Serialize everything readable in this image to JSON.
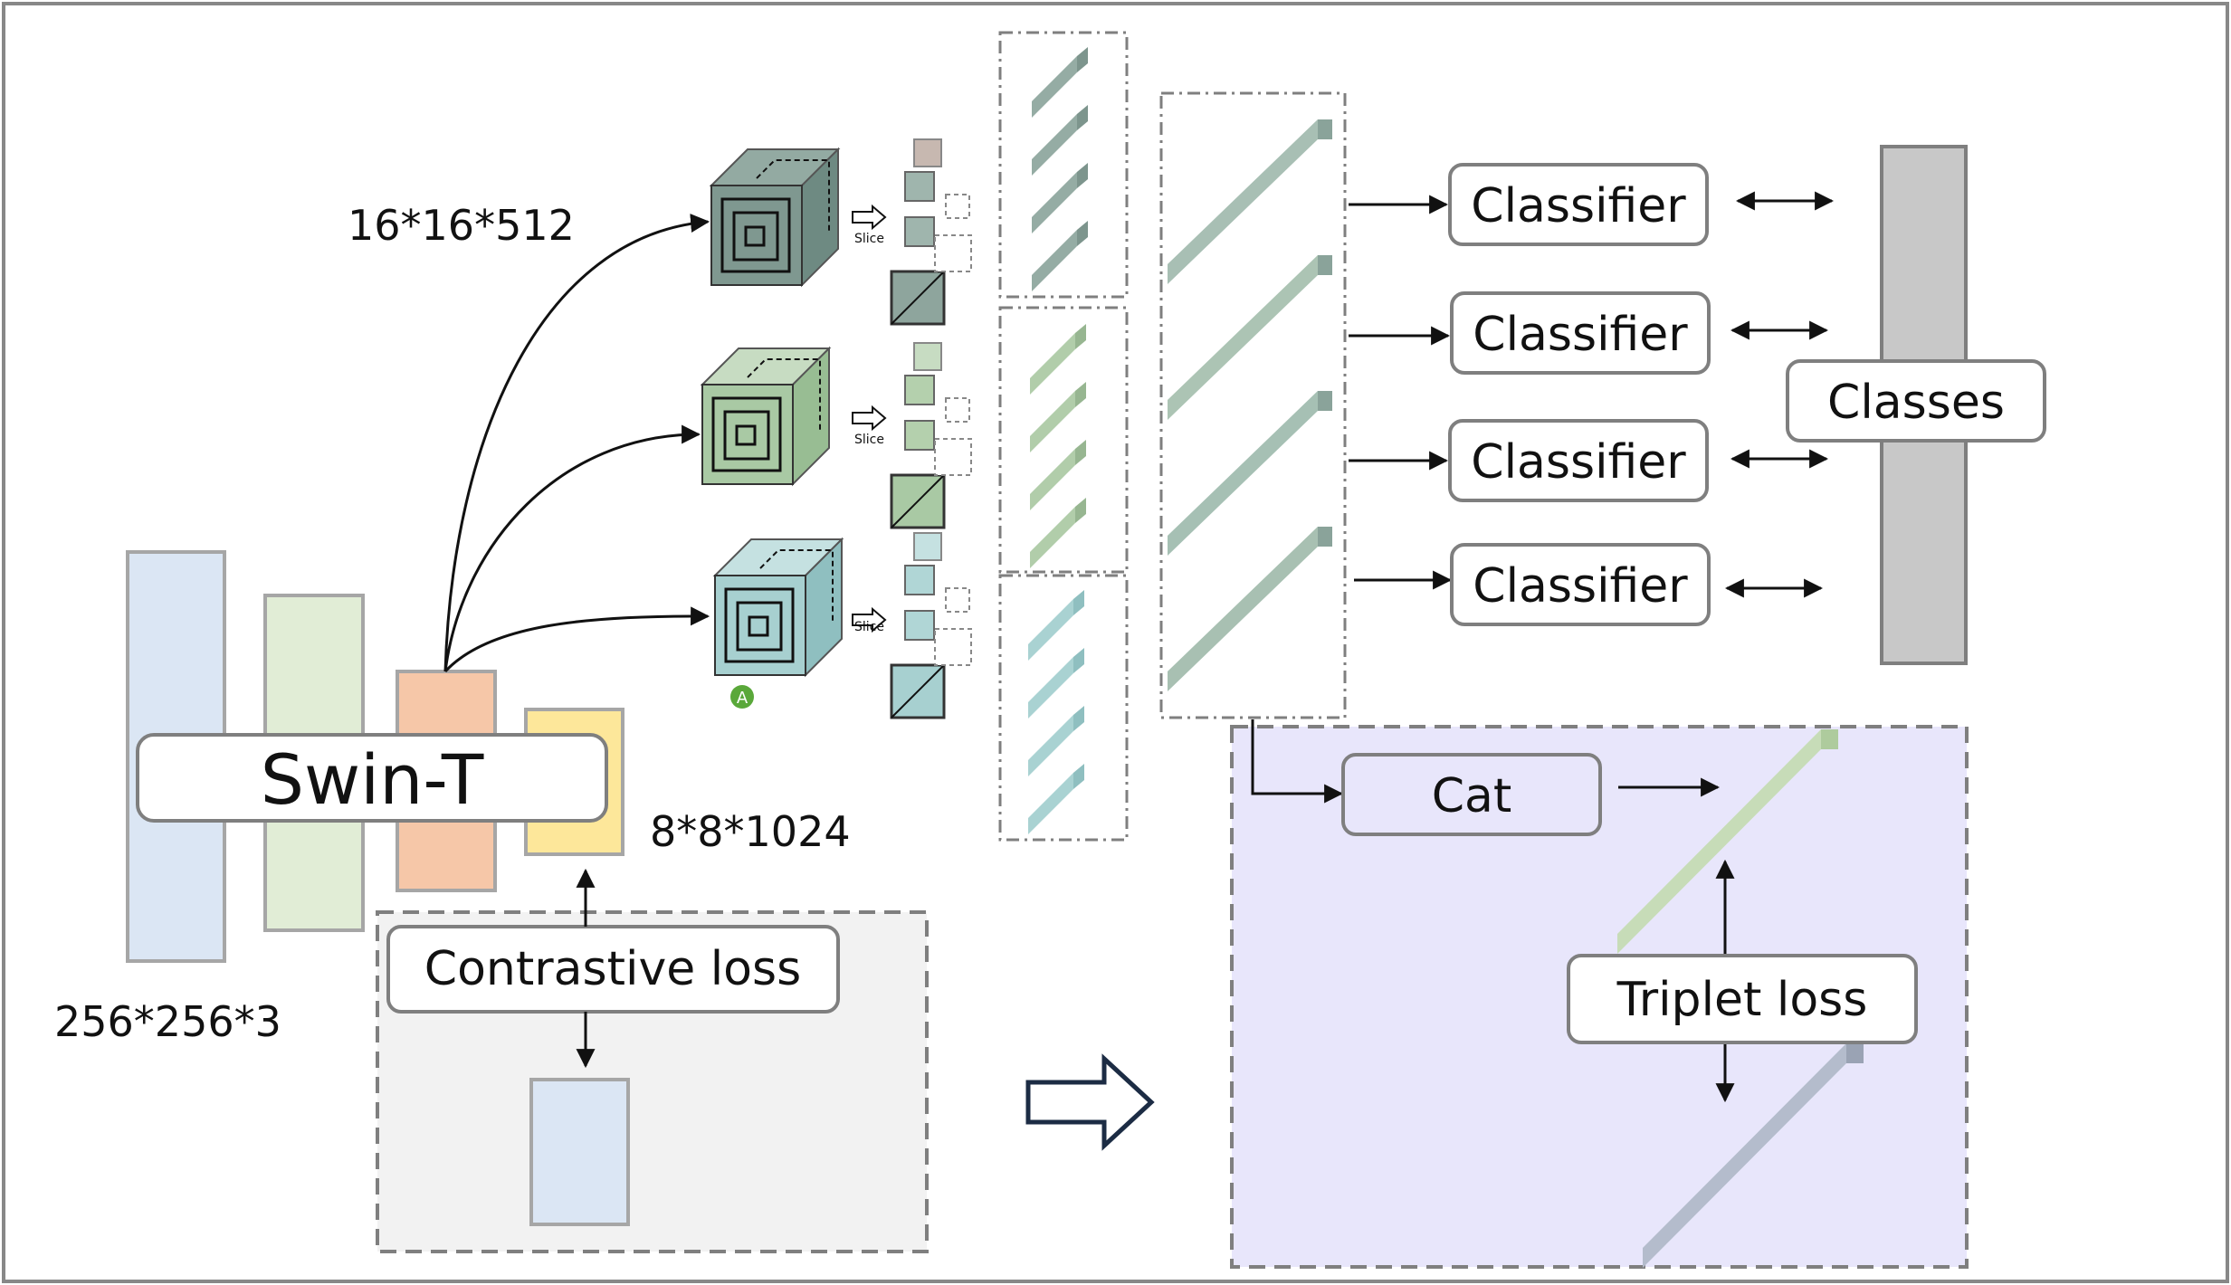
{
  "dims": {
    "input": "256*256*3",
    "stage3": "16*16*512",
    "stage4": "8*8*1024"
  },
  "backbone": {
    "label": "Swin-T"
  },
  "losses": {
    "contrastive": "Contrastive loss",
    "triplet": "Triplet loss"
  },
  "slice": {
    "label": "Slice",
    "badge": "A"
  },
  "classifiers": [
    "Classifier",
    "Classifier",
    "Classifier",
    "Classifier"
  ],
  "classes_label": "Classes",
  "cat_label": "Cat",
  "colors": {
    "blue": "#dbe6f4",
    "green": "#e1edd6",
    "orange": "#f6c7a8",
    "yellow": "#fde79a",
    "gray_panel": "#f2f2f2",
    "lavender_panel": "#e8e6fb",
    "classes_bar": "#c8c8c8",
    "cube_dark": "#7f9890",
    "cube_green": "#a9c9a4",
    "cube_teal": "#a7d0d0"
  }
}
